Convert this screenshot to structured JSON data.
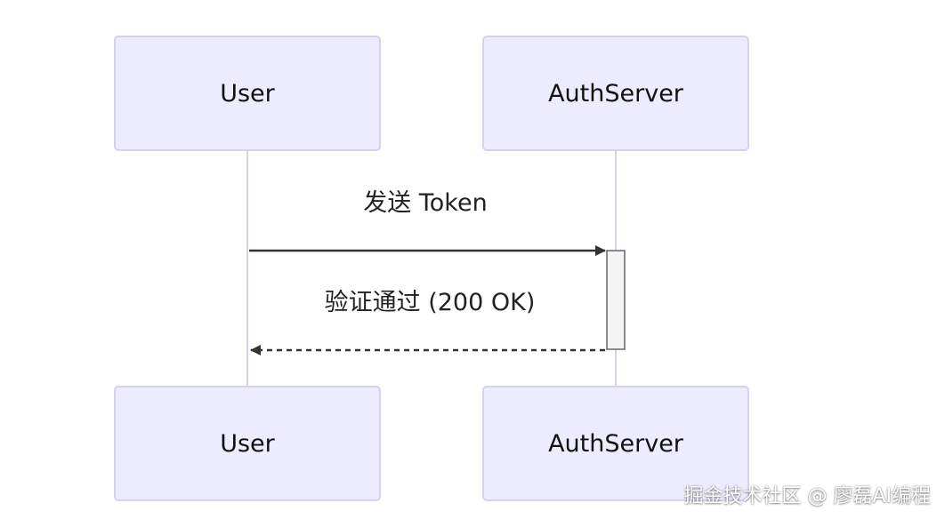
{
  "diagram": {
    "participants": [
      {
        "id": "user",
        "label": "User"
      },
      {
        "id": "authserver",
        "label": "AuthServer"
      }
    ],
    "messages": [
      {
        "from": "user",
        "to": "authserver",
        "label": "发送 Token",
        "style": "solid"
      },
      {
        "from": "authserver",
        "to": "user",
        "label": "验证通过 (200 OK)",
        "style": "dashed"
      }
    ],
    "colors": {
      "actor_fill": "#ececfe",
      "actor_border": "#d6d2ee",
      "lifeline": "#d6d2ee",
      "arrow": "#333333",
      "activation_fill": "#f4f4f4",
      "activation_border": "#666666"
    }
  },
  "watermark": {
    "text": "掘金技术社区 @ 廖磊AI编程"
  }
}
